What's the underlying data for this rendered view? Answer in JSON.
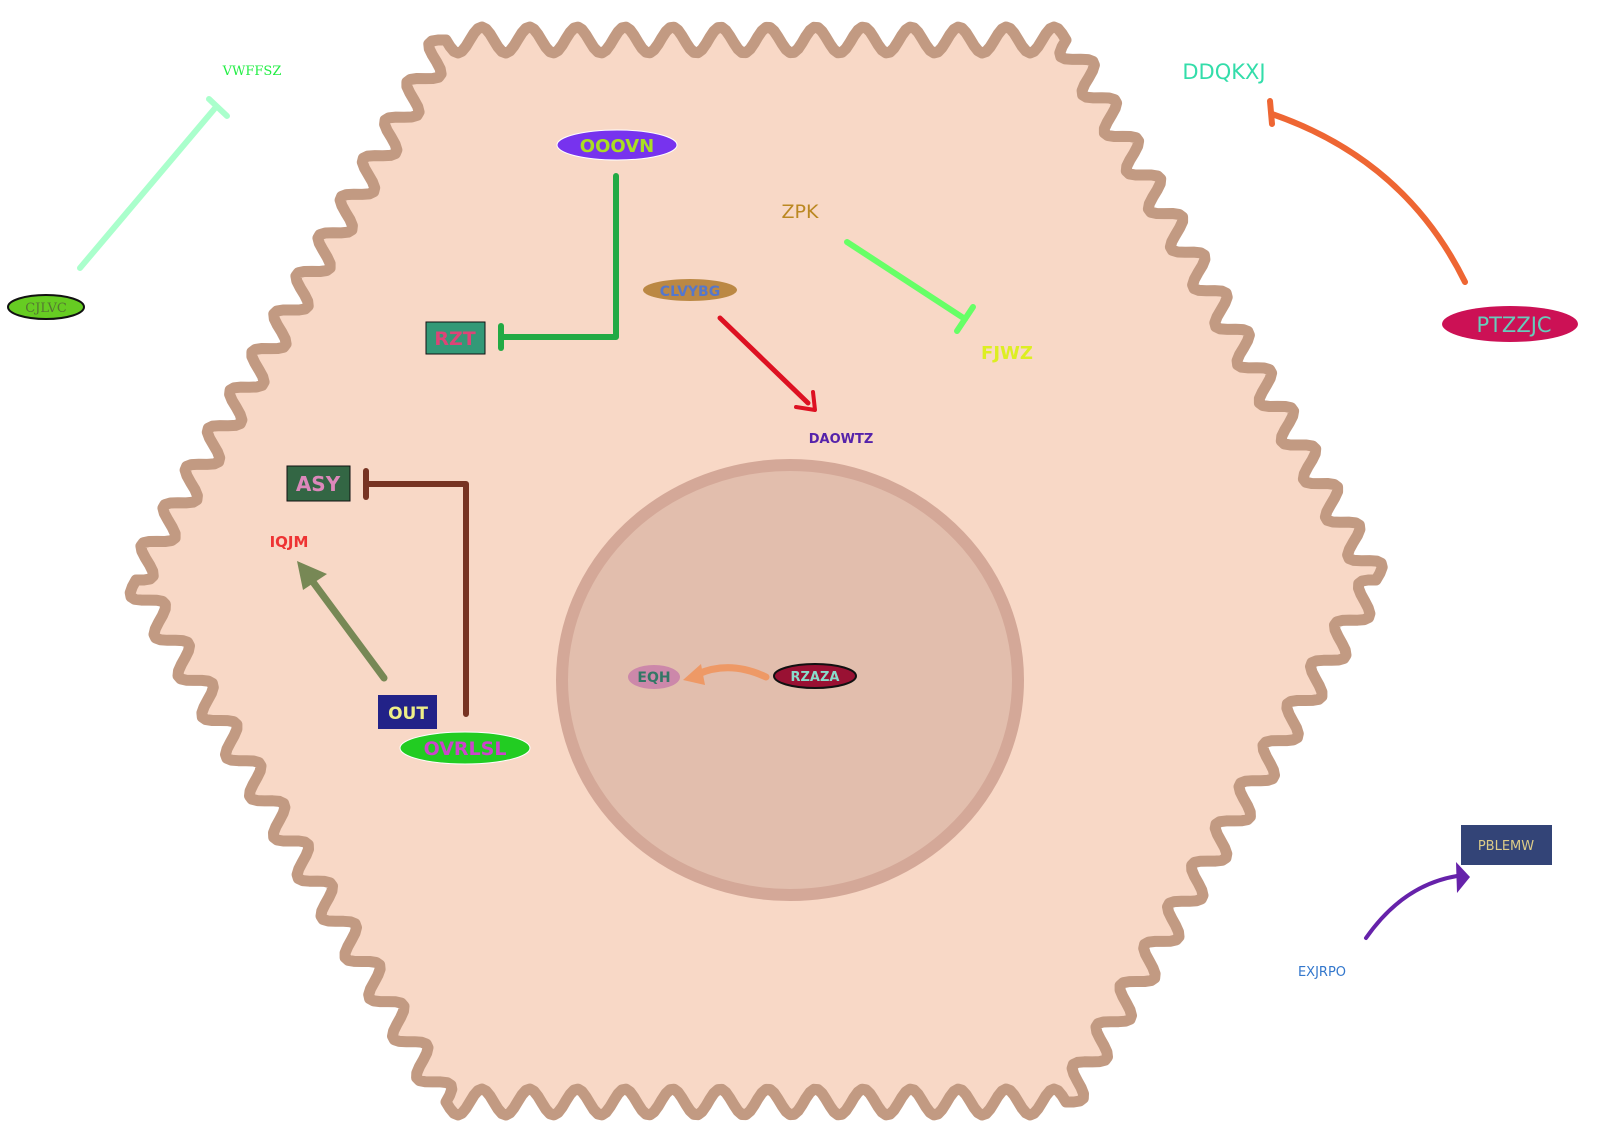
{
  "nodes": {
    "vwffsz": {
      "label": "VWFFSZ",
      "color": "#22ee44"
    },
    "cjlvc": {
      "label": "CJLVC",
      "fill": "#66cc22",
      "text_color": "#557733"
    },
    "ooovn": {
      "label": "OOOVN",
      "fill": "#7733ee",
      "text_color": "#aadd22"
    },
    "rzt": {
      "label": "RZT",
      "fill": "#339977",
      "text_color": "#dd4477"
    },
    "clvybg": {
      "label": "CLVYBG",
      "fill": "#bb8844",
      "text_color": "#5577cc"
    },
    "zpk": {
      "label": "ZPK",
      "color": "#bb8822"
    },
    "fjwz": {
      "label": "FJWZ",
      "color": "#ddee22"
    },
    "daowtz": {
      "label": "DAOWTZ",
      "color": "#5522aa"
    },
    "ddqkxj": {
      "label": "DDQKXJ",
      "color": "#33ddaa"
    },
    "ptzzjc": {
      "label": "PTZZJC",
      "fill": "#cc1155",
      "text_color": "#66ccbb"
    },
    "asy": {
      "label": "ASY",
      "fill": "#336644",
      "text_color": "#dd88bb"
    },
    "iqjm": {
      "label": "IQJM",
      "color": "#ee3333"
    },
    "out": {
      "label": "OUT",
      "fill": "#222288",
      "text_color": "#eeee88"
    },
    "ovrlsl": {
      "label": "OVRLSL",
      "fill": "#22cc22",
      "text_color": "#cc44cc"
    },
    "eqh": {
      "label": "EQH",
      "fill": "#cc88aa",
      "text_color": "#337766"
    },
    "rzaza": {
      "label": "RZAZA",
      "fill": "#991133",
      "text_color": "#88ddcc"
    },
    "pblemw": {
      "label": "PBLEMW",
      "fill": "#334477",
      "text_color": "#ddcc88"
    },
    "exjrpo": {
      "label": "EXJRPO",
      "color": "#3377cc"
    }
  },
  "edges": [
    {
      "from": "CJLVC",
      "to": "VWFFSZ",
      "type": "inhibition",
      "color": "#aaffcc"
    },
    {
      "from": "OOOVN",
      "to": "RZT",
      "type": "inhibition",
      "color": "#22aa44"
    },
    {
      "from": "ZPK",
      "to": "FJWZ",
      "type": "inhibition",
      "color": "#66ff66"
    },
    {
      "from": "CLVYBG",
      "to": "DAOWTZ",
      "type": "activation",
      "color": "#dd1122"
    },
    {
      "from": "PTZZJC",
      "to": "DDQKXJ",
      "type": "inhibition",
      "color": "#ee6633"
    },
    {
      "from": "OVRLSL",
      "to": "ASY",
      "type": "inhibition",
      "color": "#773322"
    },
    {
      "from": "OUT",
      "to": "IQJM",
      "type": "activation",
      "color": "#778855"
    },
    {
      "from": "RZAZA",
      "to": "EQH",
      "type": "activation",
      "color": "#ee9966"
    },
    {
      "from": "EXJRPO",
      "to": "PBLEMW",
      "type": "activation",
      "color": "#6622aa"
    }
  ],
  "colors": {
    "cytoplasm": "#f8d8c6",
    "membrane": "#c29a82",
    "nucleus_fill": "#e2bead",
    "nucleus_border": "#d4a898"
  }
}
